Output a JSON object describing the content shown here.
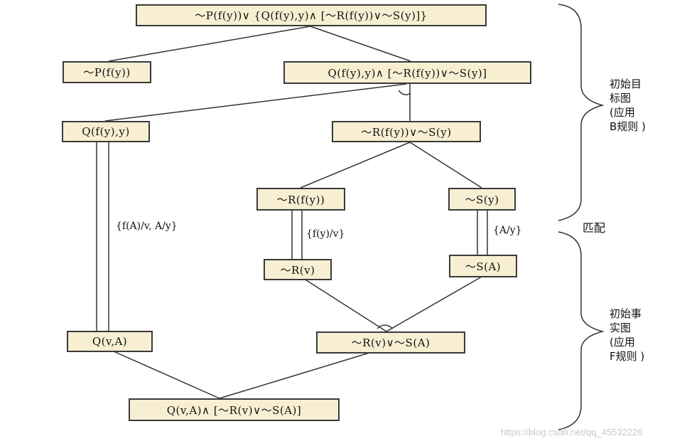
{
  "nodes": {
    "root": "～P(f(y))∨ {Q(f(y),y)∧ [～R(f(y))∨～S(y)]}",
    "not_p": "～P(f(y))",
    "q_and": "Q(f(y),y)∧ [～R(f(y))∨～S(y)]",
    "q_fy": "Q(f(y),y)",
    "r_or_s": "～R(f(y))∨～S(y)",
    "not_r_fy": "～R(f(y))",
    "not_s_y": "～S(y)",
    "not_r_v": "～R(v)",
    "not_s_a": "～S(A)",
    "q_va": "Q(v,A)",
    "r_v_or_s_a": "～R(v)∨～S(A)",
    "bottom": "Q(v,A)∧ [～R(v)∨～S(A)]"
  },
  "labels": {
    "sub_q": "{f(A)/v, A/y}",
    "sub_r": "{f(y)/v}",
    "sub_s": "{A/y}"
  },
  "side": {
    "goal": "初始目\n标图\n(应用\nB规则 )",
    "match": "匹配",
    "fact": "初始事\n实图\n(应用\nF规则 )"
  },
  "watermark": "https://blog.csdn.net/qq_45532226"
}
